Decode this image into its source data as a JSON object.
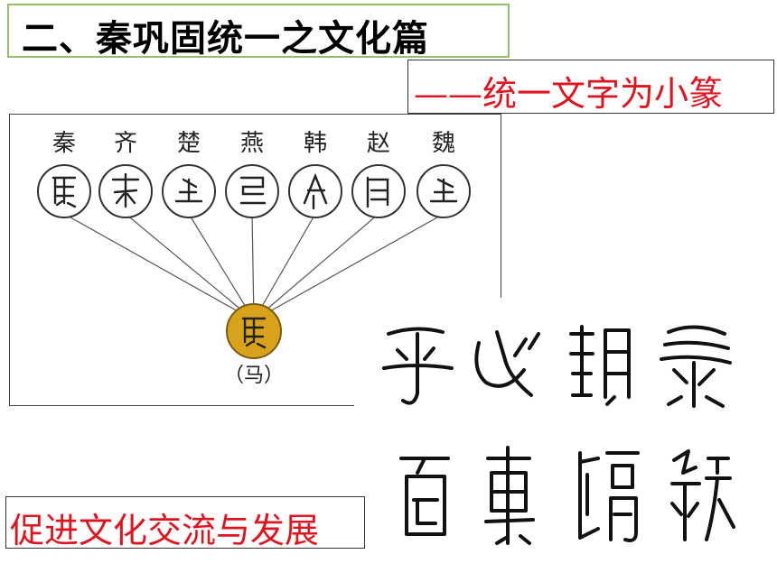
{
  "slide": {
    "title": "二、秦巩固统一之文化篇",
    "subtitle": "——统一文字为小篆",
    "bottom_note": "促进文化交流与发展"
  },
  "diagram": {
    "states": [
      "秦",
      "齐",
      "楚",
      "燕",
      "韩",
      "赵",
      "魏"
    ],
    "caption": "（马）"
  },
  "colors": {
    "accent_red": "#e0141e",
    "title_border": "#8fbf6a",
    "center_circle": "#d9a21b"
  },
  "seal_script_samples": {
    "row1_count": 4,
    "row2_count": 4
  }
}
